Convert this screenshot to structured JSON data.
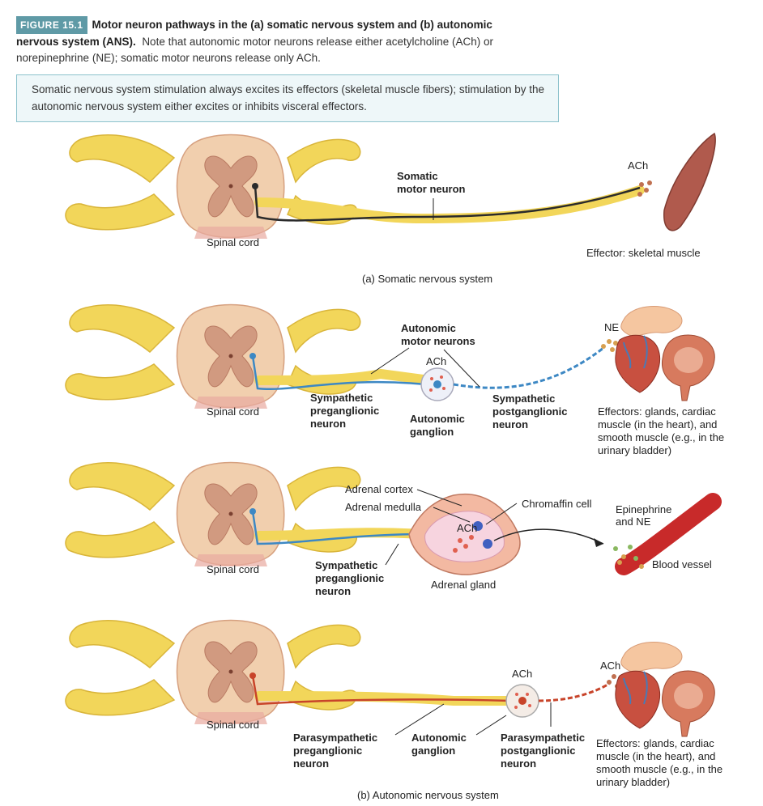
{
  "caption": {
    "figure_label": "FIGURE 15.1",
    "title": "Motor neuron pathways in the (a) somatic nervous system and (b) autonomic nervous system (ANS).",
    "text": "Note that autonomic motor neurons release either acetylcholine (ACh) or norepinephrine (NE); somatic motor neurons release only ACh."
  },
  "note": "Somatic nervous system stimulation always excites its effectors (skeletal muscle fibers); stimulation by the autonomic nervous system either excites or inhibits visceral effectors.",
  "panel_a": {
    "spinal_cord": "Spinal cord",
    "neuron": [
      "Somatic",
      "motor neuron"
    ],
    "ach": "ACh",
    "effector": "Effector: skeletal muscle",
    "subtitle": "(a) Somatic nervous system"
  },
  "panel_b1": {
    "spinal_cord": "Spinal cord",
    "motor_neurons": [
      "Autonomic",
      "motor neurons"
    ],
    "ach": "ACh",
    "ne": "NE",
    "pre": [
      "Sympathetic",
      "preganglionic",
      "neuron"
    ],
    "ganglion": [
      "Autonomic",
      "ganglion"
    ],
    "post": [
      "Sympathetic",
      "postganglionic",
      "neuron"
    ],
    "effectors": [
      "Effectors: glands, cardiac",
      "muscle (in the heart), and",
      "smooth muscle (e.g., in the",
      "urinary bladder)"
    ]
  },
  "panel_b2": {
    "spinal_cord": "Spinal cord",
    "cortex": "Adrenal cortex",
    "medulla": "Adrenal medulla",
    "chromaffin": "Chromaffin cell",
    "ach": "ACh",
    "pre": [
      "Sympathetic",
      "preganglionic",
      "neuron"
    ],
    "gland": "Adrenal gland",
    "hormones": [
      "Epinephrine",
      "and NE"
    ],
    "vessel": "Blood vessel"
  },
  "panel_b3": {
    "spinal_cord": "Spinal cord",
    "ach_ganglion": "ACh",
    "ach_effector": "ACh",
    "pre": [
      "Parasympathetic",
      "preganglionic",
      "neuron"
    ],
    "ganglion": [
      "Autonomic",
      "ganglion"
    ],
    "post": [
      "Parasympathetic",
      "postganglionic",
      "neuron"
    ],
    "effectors": [
      "Effectors: glands, cardiac",
      "muscle (in the heart), and",
      "smooth muscle (e.g., in the",
      "urinary bladder)"
    ],
    "subtitle": "(b) Autonomic nervous system"
  },
  "colors": {
    "somatic": "#2b2b2b",
    "sympathetic": "#3d88c4",
    "parasympathetic": "#c8442a",
    "nerve": "#f2d65a",
    "cord_white": "#f1cfae",
    "cord_gray": "#d19a80",
    "muscle": "#b05a4d"
  }
}
